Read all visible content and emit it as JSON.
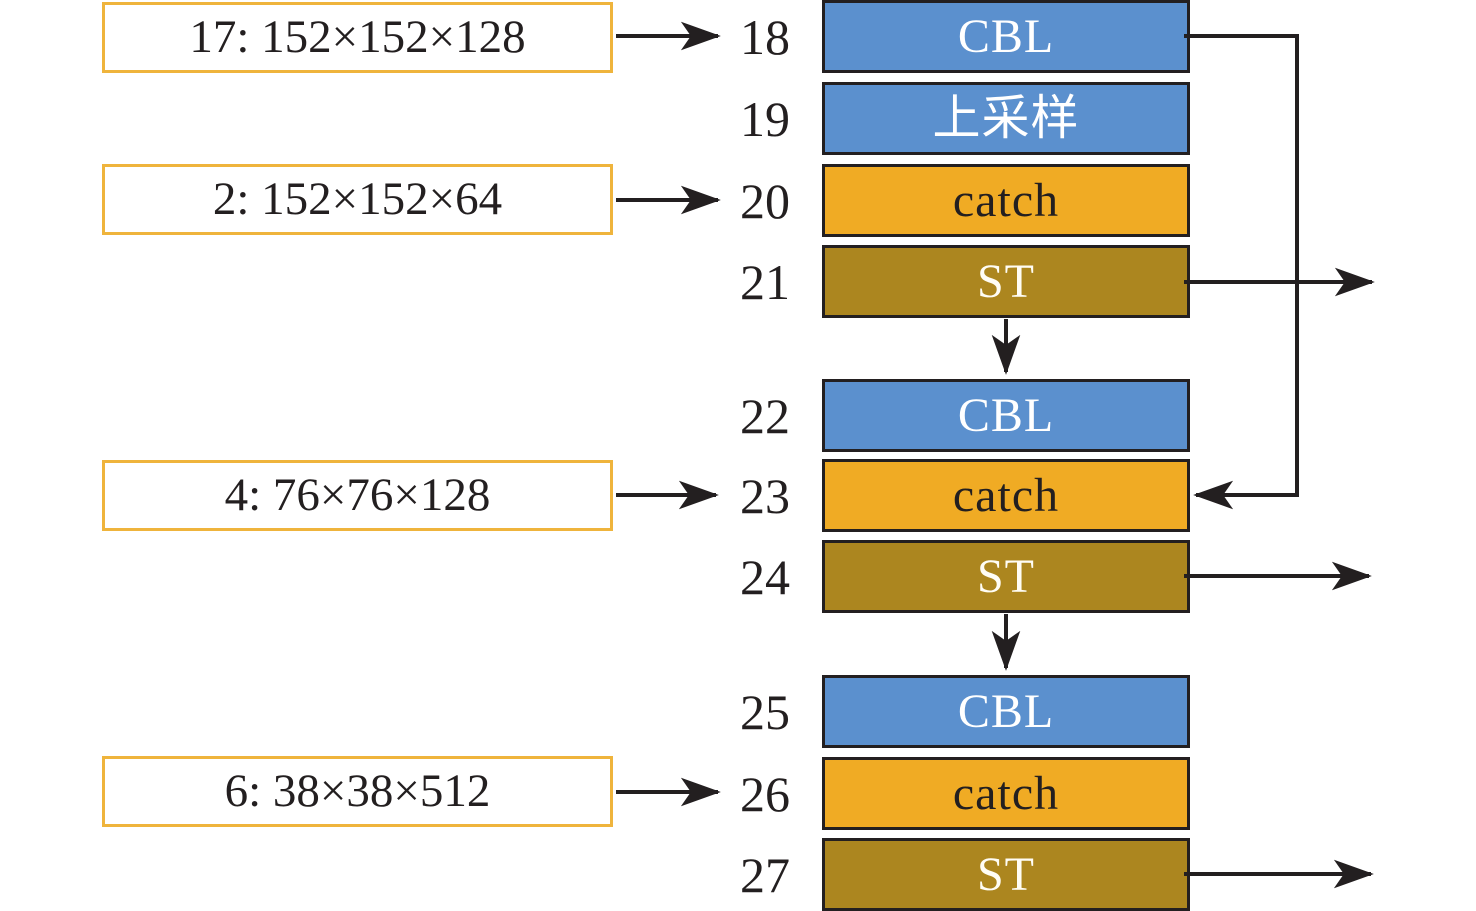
{
  "diagram": {
    "description": "Network architecture diagram, layers 18-27 with skip-connection inputs",
    "colors": {
      "cbl_block": "#5B90CE",
      "catch_block": "#F0AB24",
      "st_block": "#AC861F",
      "label_box_border": "#EFB43C",
      "block_border": "#231F20",
      "line": "#231F20",
      "light_text": "#FFFFFF",
      "dark_text": "#231F20"
    },
    "input_labels": [
      {
        "text": "17: 152×152×128"
      },
      {
        "text": "2: 152×152×64"
      },
      {
        "text": "4: 76×76×128"
      },
      {
        "text": "6: 38×38×512"
      }
    ],
    "rows": [
      {
        "num": "18",
        "label": "CBL"
      },
      {
        "num": "19",
        "label": "上采样"
      },
      {
        "num": "20",
        "label": "catch"
      },
      {
        "num": "21",
        "label": "ST"
      },
      {
        "num": "22",
        "label": "CBL"
      },
      {
        "num": "23",
        "label": "catch"
      },
      {
        "num": "24",
        "label": "ST"
      },
      {
        "num": "25",
        "label": "CBL"
      },
      {
        "num": "26",
        "label": "catch"
      },
      {
        "num": "27",
        "label": "ST"
      }
    ]
  }
}
